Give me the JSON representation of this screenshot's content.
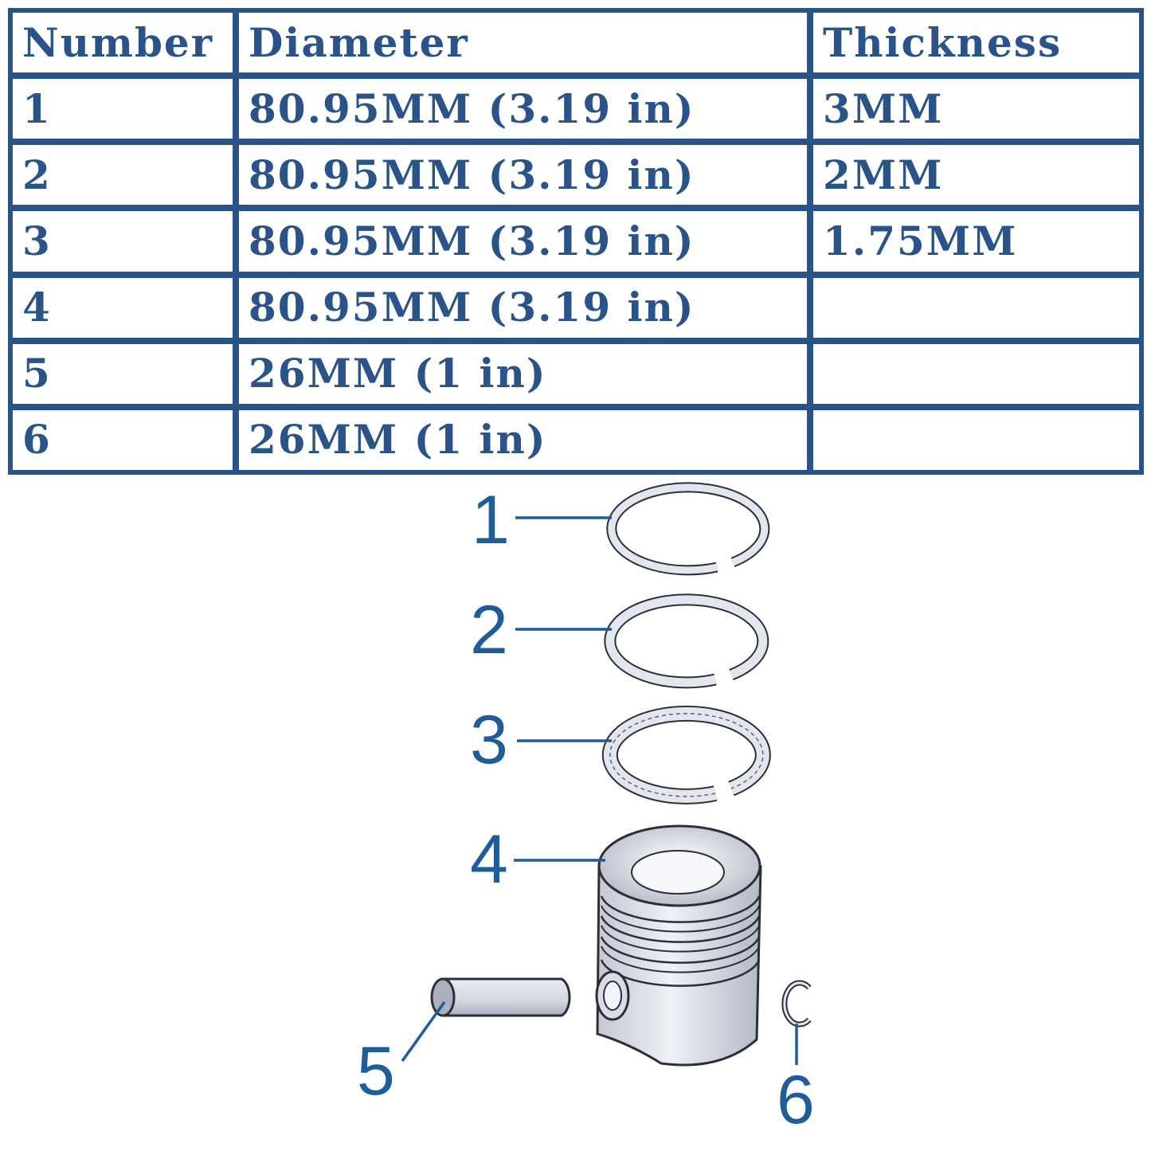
{
  "table": {
    "headers": [
      "Number",
      "Diameter",
      "Thickness"
    ],
    "rows": [
      {
        "number": "1",
        "diameter": "80.95MM (3.19 in)",
        "thickness": "3MM"
      },
      {
        "number": "2",
        "diameter": "80.95MM (3.19 in)",
        "thickness": "2MM"
      },
      {
        "number": "3",
        "diameter": "80.95MM (3.19 in)",
        "thickness": "1.75MM"
      },
      {
        "number": "4",
        "diameter": "80.95MM (3.19 in)",
        "thickness": ""
      },
      {
        "number": "5",
        "diameter": "26MM (1 in)",
        "thickness": ""
      },
      {
        "number": "6",
        "diameter": "26MM (1 in)",
        "thickness": ""
      }
    ]
  },
  "diagram": {
    "labels": [
      "1",
      "2",
      "3",
      "4",
      "5",
      "6"
    ]
  },
  "colors": {
    "table_border": "#2a5389",
    "table_text": "#2a5389",
    "callout": "#1f5d98",
    "part_fill": "#dfe3ec",
    "part_stroke": "#2b2f3a"
  }
}
